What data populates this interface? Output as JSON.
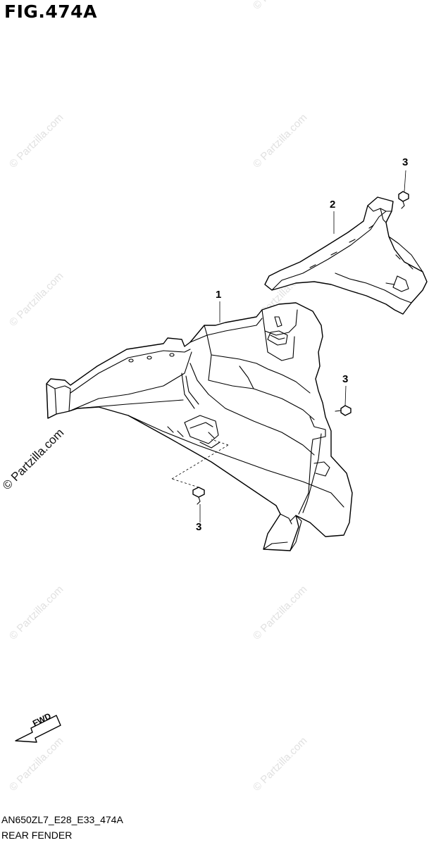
{
  "figure": {
    "title": "FIG.474A",
    "model_code": "AN650ZL7_E28_E33_474A",
    "section_name": "REAR FENDER"
  },
  "watermark": {
    "text": "© Partzilla.com"
  },
  "callouts": {
    "fender": "1",
    "cover": "2",
    "screw_top": "3",
    "screw_right": "3",
    "screw_bottom": "3"
  },
  "direction_arrow": {
    "label": "FWD"
  }
}
